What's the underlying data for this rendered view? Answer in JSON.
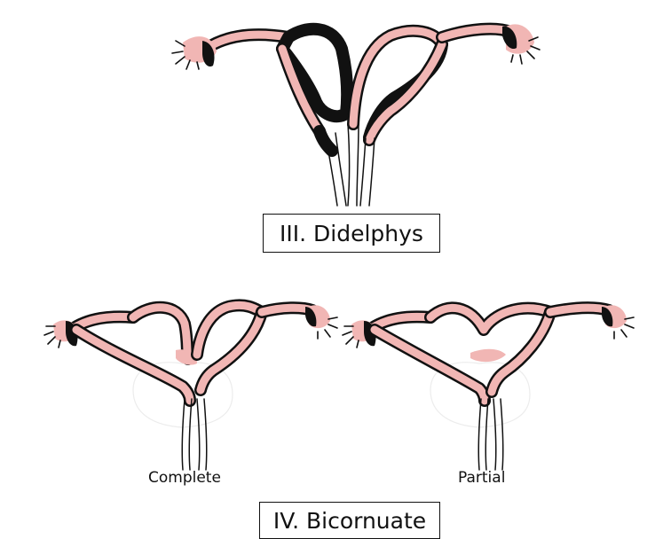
{
  "captions": {
    "didelphys": "III. Didelphys",
    "bicornuate": "IV. Bicornuate"
  },
  "sublabels": {
    "complete": "Complete",
    "partial": "Partial"
  },
  "colors": {
    "tissue": "#f1b6b4",
    "outline": "#111111",
    "background": "#ffffff"
  }
}
